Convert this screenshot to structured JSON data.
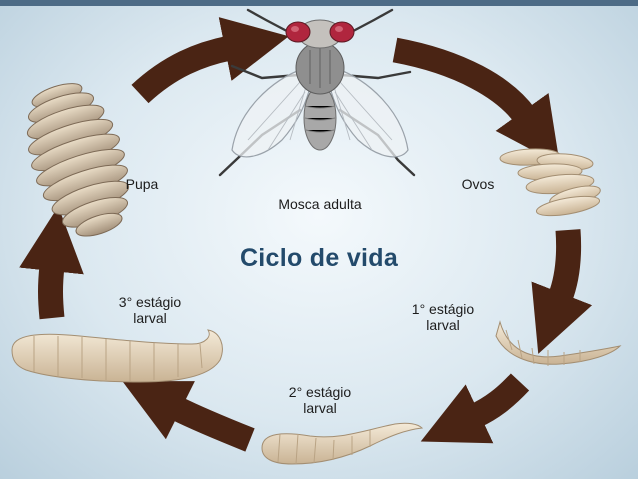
{
  "diagram": {
    "title": "Ciclo de vida",
    "stages": {
      "adult": "Mosca adulta",
      "eggs": "Ovos",
      "larva1_line1": "1° estágio",
      "larva1_line2": "larval",
      "larva2_line1": "2° estágio",
      "larva2_line2": "larval",
      "larva3_line1": "3° estágio",
      "larva3_line2": "larval",
      "pupa": "Pupa"
    },
    "colors": {
      "arrow": "#4a2414",
      "title": "#234a6b",
      "body": "#e6d6bc"
    }
  }
}
